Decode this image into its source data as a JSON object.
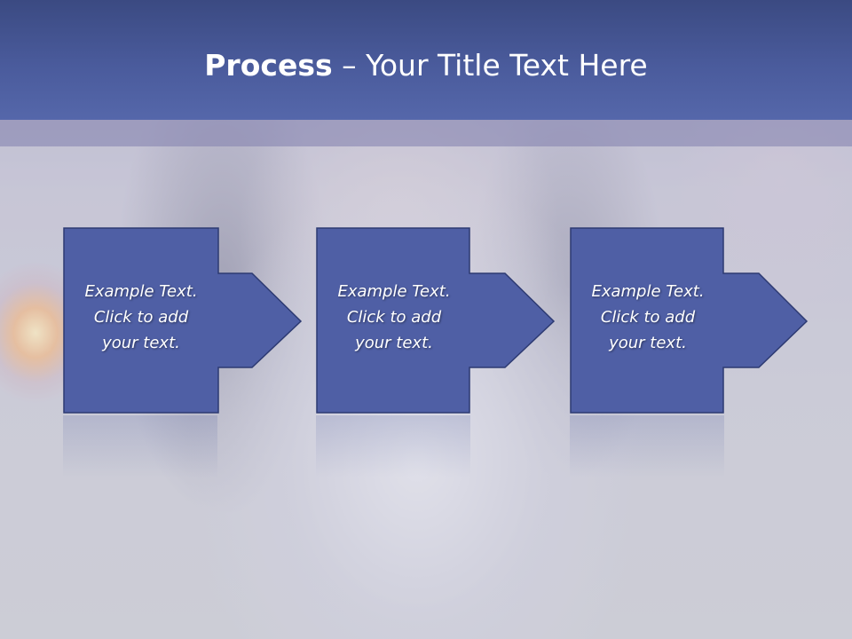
{
  "title": {
    "bold": "Process",
    "rest": " – Your Title Text Here"
  },
  "steps": [
    {
      "line1": "Example Text.",
      "line2": "Click  to add",
      "line3": "your text."
    },
    {
      "line1": "Example Text.",
      "line2": "Click  to add",
      "line3": "your text."
    },
    {
      "line1": "Example Text.",
      "line2": "Click  to add",
      "line3": "your text."
    }
  ],
  "colors": {
    "header": "#4a5b9c",
    "box_fill": "#4f5fa5",
    "box_stroke": "#2d3a72",
    "text": "#ffffff"
  }
}
